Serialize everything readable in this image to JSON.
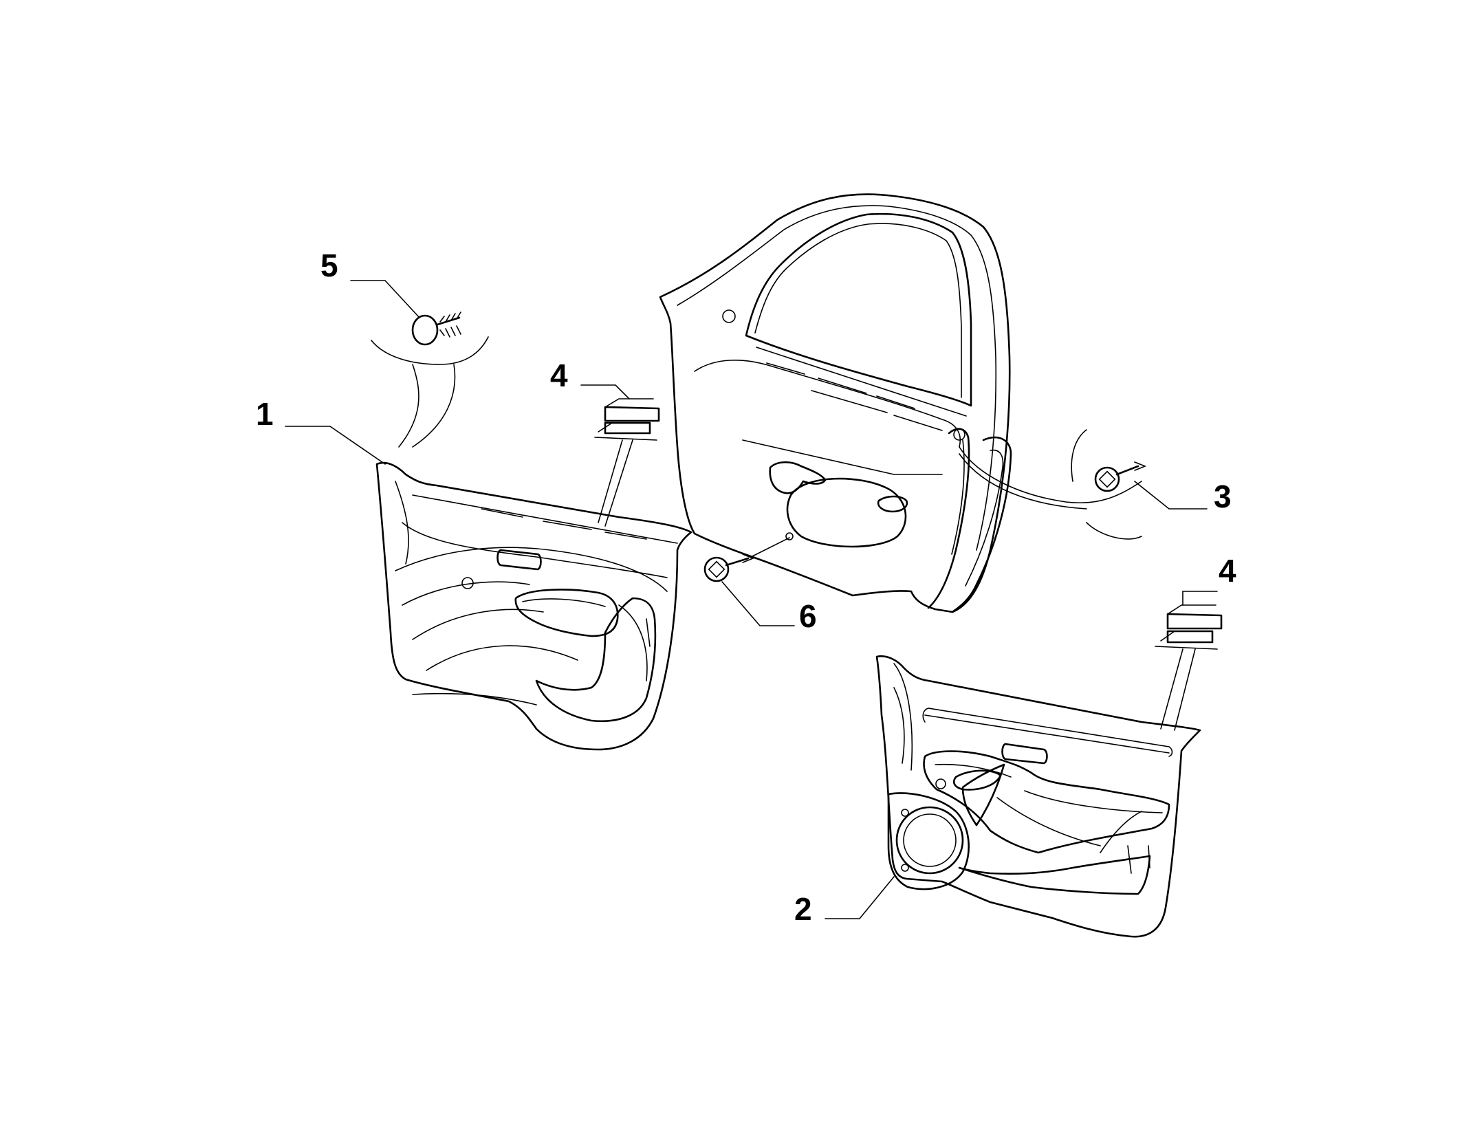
{
  "callouts": [
    {
      "id": "1",
      "label": "1"
    },
    {
      "id": "2",
      "label": "2"
    },
    {
      "id": "3",
      "label": "3"
    },
    {
      "id": "4a",
      "label": "4"
    },
    {
      "id": "4b",
      "label": "4"
    },
    {
      "id": "5",
      "label": "5"
    },
    {
      "id": "6",
      "label": "6"
    }
  ],
  "colors": {
    "line": "#000000",
    "background": "#ffffff"
  }
}
